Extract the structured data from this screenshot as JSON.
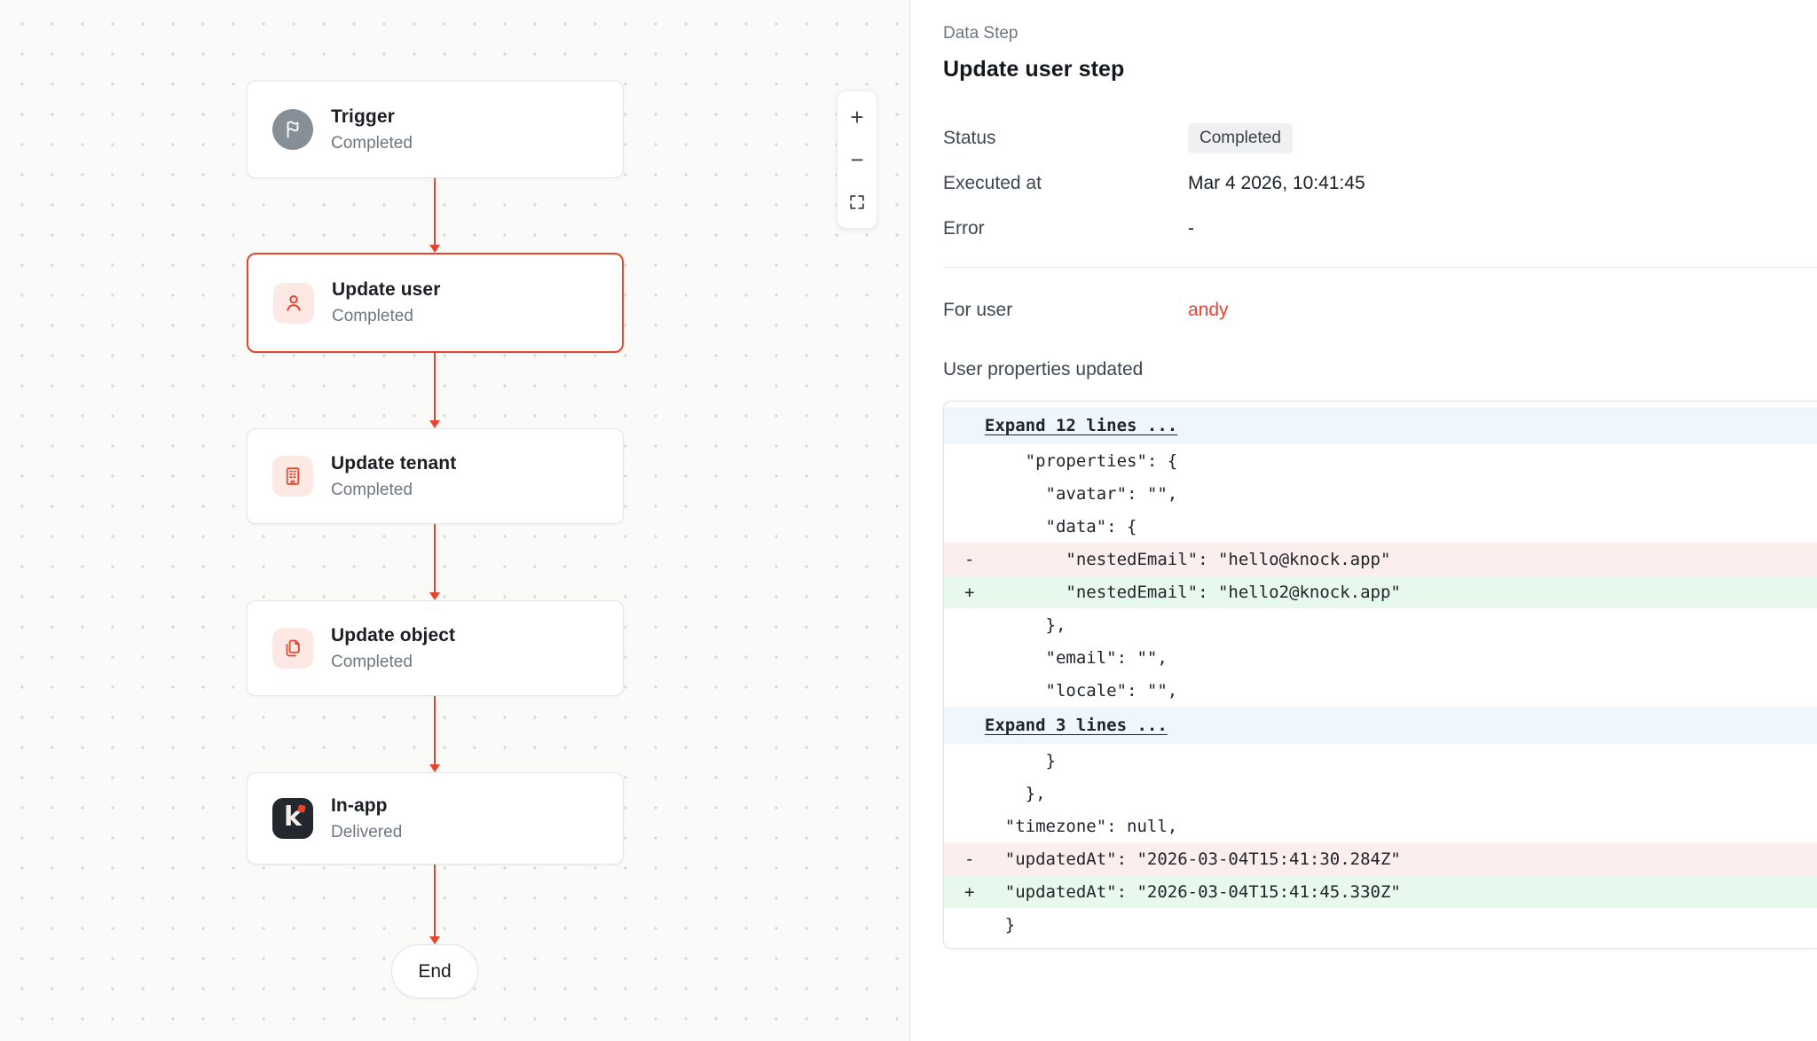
{
  "canvas": {
    "nodes": [
      {
        "title": "Trigger",
        "status": "Completed",
        "icon": "flag"
      },
      {
        "title": "Update user",
        "status": "Completed",
        "icon": "user"
      },
      {
        "title": "Update tenant",
        "status": "Completed",
        "icon": "building"
      },
      {
        "title": "Update object",
        "status": "Completed",
        "icon": "copy-document"
      },
      {
        "title": "In-app",
        "status": "Delivered",
        "icon": "knock-logo",
        "logo_letter": "k"
      }
    ],
    "end_label": "End",
    "zoom_controls": {
      "zoom_in": "+",
      "zoom_out": "−"
    }
  },
  "panel": {
    "eyebrow": "Data Step",
    "title": "Update user step",
    "info_rows": [
      {
        "label": "Status",
        "value": "Completed"
      },
      {
        "label": "Executed at",
        "value": "Mar 4 2026, 10:41:45"
      },
      {
        "label": "Error",
        "value": "-"
      }
    ],
    "user_row": {
      "label": "For user",
      "value": "andy"
    },
    "diff_label": "User properties updated",
    "diff": {
      "lines": [
        {
          "type": "expand",
          "gutter": "",
          "text": "Expand 12 lines ..."
        },
        {
          "type": "ctx",
          "gutter": " ",
          "text": "    \"properties\": {"
        },
        {
          "type": "ctx",
          "gutter": " ",
          "text": "      \"avatar\": \"\","
        },
        {
          "type": "ctx",
          "gutter": " ",
          "text": "      \"data\": {"
        },
        {
          "type": "del",
          "gutter": "-",
          "text": "        \"nestedEmail\": \"hello@knock.app\""
        },
        {
          "type": "add",
          "gutter": "+",
          "text": "        \"nestedEmail\": \"hello2@knock.app\""
        },
        {
          "type": "ctx",
          "gutter": " ",
          "text": "      },"
        },
        {
          "type": "ctx",
          "gutter": " ",
          "text": "      \"email\": \"\","
        },
        {
          "type": "ctx",
          "gutter": " ",
          "text": "      \"locale\": \"\","
        },
        {
          "type": "expand",
          "gutter": "",
          "text": "Expand 3 lines ..."
        },
        {
          "type": "ctx",
          "gutter": " ",
          "text": "      }"
        },
        {
          "type": "ctx",
          "gutter": " ",
          "text": "    },"
        },
        {
          "type": "ctx",
          "gutter": " ",
          "text": "  \"timezone\": null,"
        },
        {
          "type": "del",
          "gutter": "-",
          "text": "  \"updatedAt\": \"2026-03-04T15:41:30.284Z\""
        },
        {
          "type": "add",
          "gutter": "+",
          "text": "  \"updatedAt\": \"2026-03-04T15:41:45.330Z\""
        },
        {
          "type": "ctx",
          "gutter": " ",
          "text": "  }"
        }
      ]
    }
  },
  "colors": {
    "accent": "#E8432C",
    "icon_tint_bg": "#FCE9E3",
    "trigger_gray": "#868E96",
    "knock_dark": "#23272E",
    "expand_row_bg": "#EFF6FD",
    "deleted_row_bg": "#FDEEEE",
    "added_row_bg": "#E6F9EC",
    "badge_bg": "#EFF0F2"
  }
}
